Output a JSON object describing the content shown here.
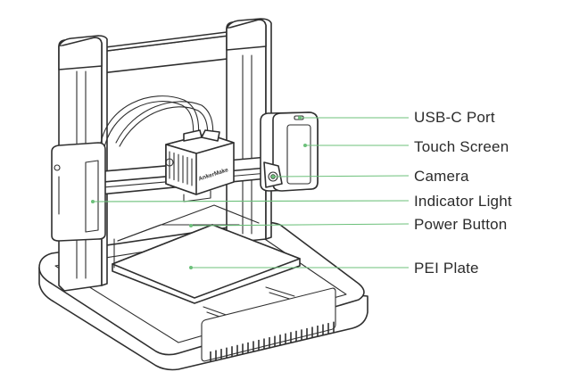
{
  "colors": {
    "leader": "#6cc07a",
    "outline": "#2f2f2f",
    "label_text": "#2b2b2b",
    "background": "#ffffff"
  },
  "printer": {
    "brand_text": "AnkerMake"
  },
  "labels": [
    {
      "id": "usb-c-port",
      "text": "USB-C Port"
    },
    {
      "id": "touch-screen",
      "text": "Touch Screen"
    },
    {
      "id": "camera",
      "text": "Camera"
    },
    {
      "id": "indicator-light",
      "text": "Indicator Light"
    },
    {
      "id": "power-button",
      "text": "Power Button"
    },
    {
      "id": "pei-plate",
      "text": "PEI Plate"
    }
  ]
}
